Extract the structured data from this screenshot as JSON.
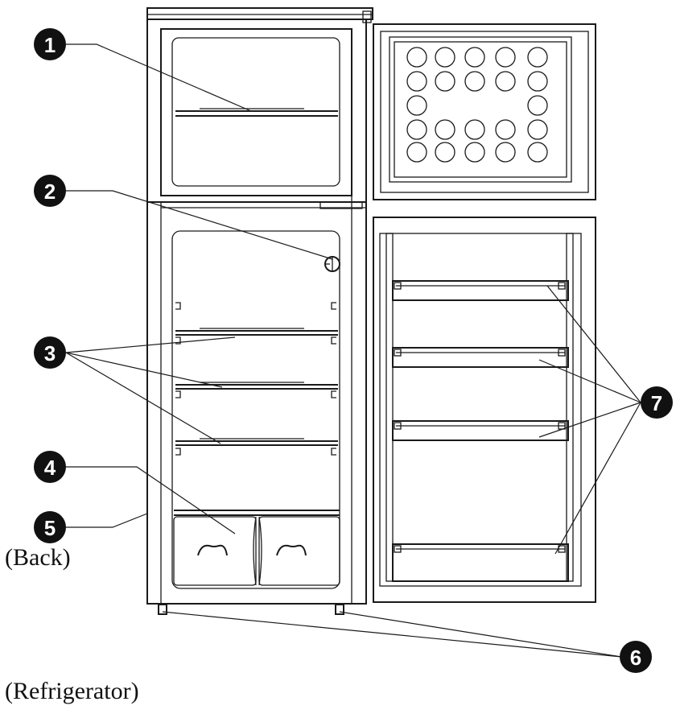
{
  "callouts": [
    {
      "id": "1",
      "label": "1"
    },
    {
      "id": "2",
      "label": "2"
    },
    {
      "id": "3",
      "label": "3"
    },
    {
      "id": "4",
      "label": "4"
    },
    {
      "id": "5",
      "label": "5"
    },
    {
      "id": "6",
      "label": "6"
    },
    {
      "id": "7",
      "label": "7"
    }
  ],
  "captions": {
    "back": "(Back)",
    "refrigerator": "(Refrigerator)"
  },
  "colors": {
    "line": "#1a1a1a",
    "marker": "#111111",
    "background": "#ffffff"
  }
}
